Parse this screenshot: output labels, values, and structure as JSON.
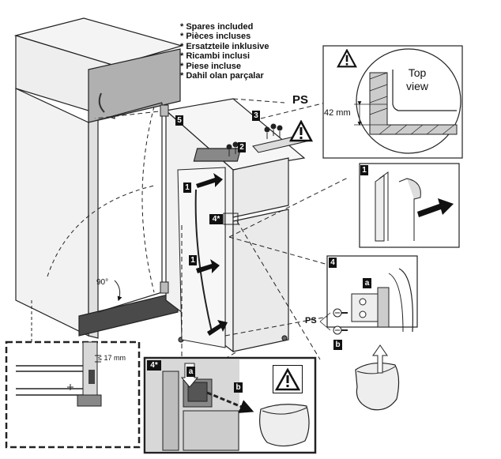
{
  "spares_notes": [
    "* Spares included",
    "* Pièces incluses",
    "* Ersatzteile inklusive",
    "* Ricambi inclusi",
    "* Piese incluse",
    "* Dahil olan parçalar"
  ],
  "labels": {
    "ps_top": "PS",
    "ps_side": "PS",
    "top_view": "Top view",
    "top_view_line1": "Top",
    "top_view_line2": "view",
    "dim_42": "42 mm",
    "dim_17": "≤ 17 mm",
    "angle_90": "90°"
  },
  "steps": {
    "s1a": "1",
    "s1b": "1",
    "s2": "2",
    "s3": "3",
    "s4": "4*",
    "s5": "5",
    "panel1": "1",
    "panel4": "4",
    "panel4star": "4*"
  },
  "parts": {
    "a1": "a",
    "b1": "b",
    "a2": "a",
    "b2": "b"
  },
  "colors": {
    "cabinet_front": "#b0b0b0",
    "plinth": "#4a4a4a",
    "panel_bg": "#d8d8d8",
    "line": "#111111",
    "dashed_box": "#222222"
  },
  "icons": [
    "warning-triangle-icon",
    "arrow-icon",
    "screw-icon",
    "bag-icon"
  ]
}
